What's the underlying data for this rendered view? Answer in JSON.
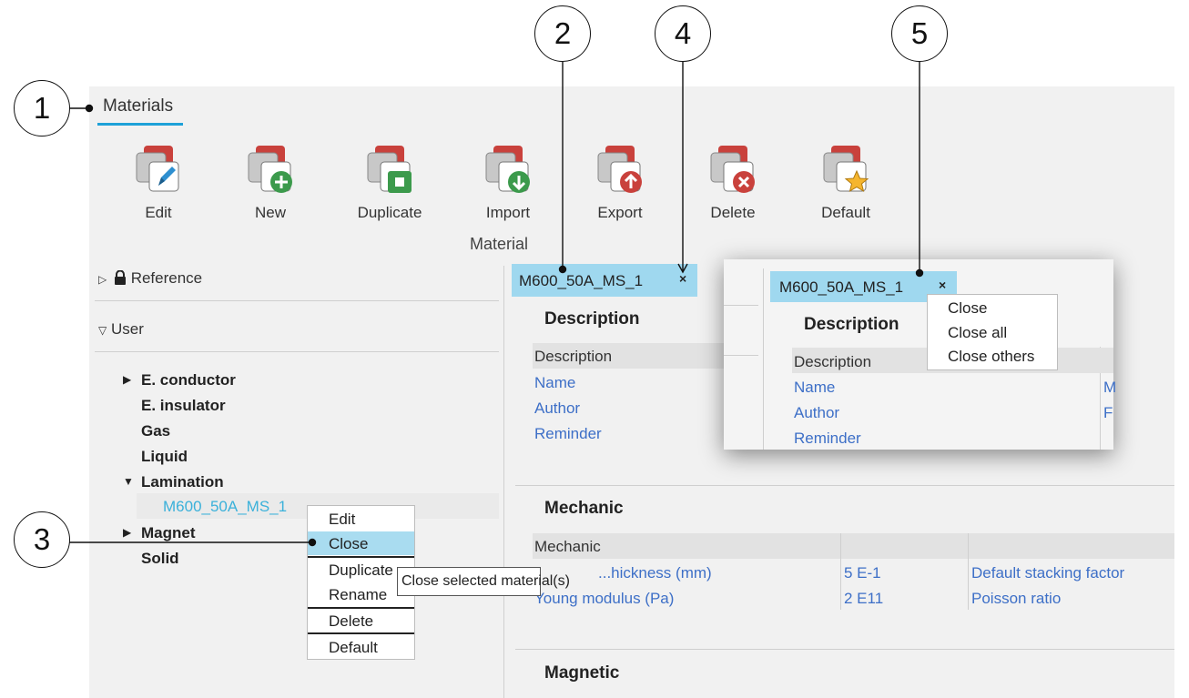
{
  "ribbon": {
    "tab_title": "Materials",
    "group_label": "Material",
    "buttons": [
      {
        "label": "Edit",
        "icon": "edit-pencil-icon"
      },
      {
        "label": "New",
        "icon": "plus-icon"
      },
      {
        "label": "Duplicate",
        "icon": "duplicate-icon"
      },
      {
        "label": "Import",
        "icon": "arrow-down-icon"
      },
      {
        "label": "Export",
        "icon": "arrow-up-icon"
      },
      {
        "label": "Delete",
        "icon": "x-icon"
      },
      {
        "label": "Default",
        "icon": "star-icon"
      }
    ]
  },
  "tree": {
    "reference": "Reference",
    "user": "User",
    "categories": [
      "E. conductor",
      "E. insulator",
      "Gas",
      "Liquid",
      "Lamination",
      "Magnet",
      "Solid"
    ],
    "selected_material": "M600_50A_MS_1"
  },
  "context_menu": {
    "items": [
      "Edit",
      "Close",
      "Duplicate",
      "Rename",
      "Delete",
      "Default"
    ],
    "tooltip": "Close selected material(s)"
  },
  "editor": {
    "tab_label": "M600_50A_MS_1",
    "close_glyph": "×",
    "description": {
      "title": "Description",
      "header": "Description",
      "rows": [
        "Name",
        "Author",
        "Reminder"
      ]
    },
    "mechanic": {
      "title": "Mechanic",
      "header": "Mechanic",
      "rows": [
        {
          "label": "...hickness (mm)",
          "value": "5 E-1",
          "label2": "Default stacking factor"
        },
        {
          "label": "Young modulus (Pa)",
          "value": "2 E11",
          "label2": "Poisson ratio"
        }
      ]
    },
    "magnetic": {
      "title": "Magnetic"
    }
  },
  "popup": {
    "tab_label": "M600_50A_MS_1",
    "close_glyph": "×",
    "title": "Description",
    "header": "Description",
    "rows": [
      "Name",
      "Author",
      "Reminder"
    ],
    "col2_fragments": [
      "M",
      "F"
    ],
    "menu": [
      "Close",
      "Close all",
      "Close others"
    ]
  },
  "callouts": [
    "1",
    "2",
    "3",
    "4",
    "5"
  ],
  "colors": {
    "accent": "#1ea1d8",
    "tab_bg": "#9fd8ef",
    "link": "#3d6fc7",
    "selected_item": "#3bb1da"
  }
}
